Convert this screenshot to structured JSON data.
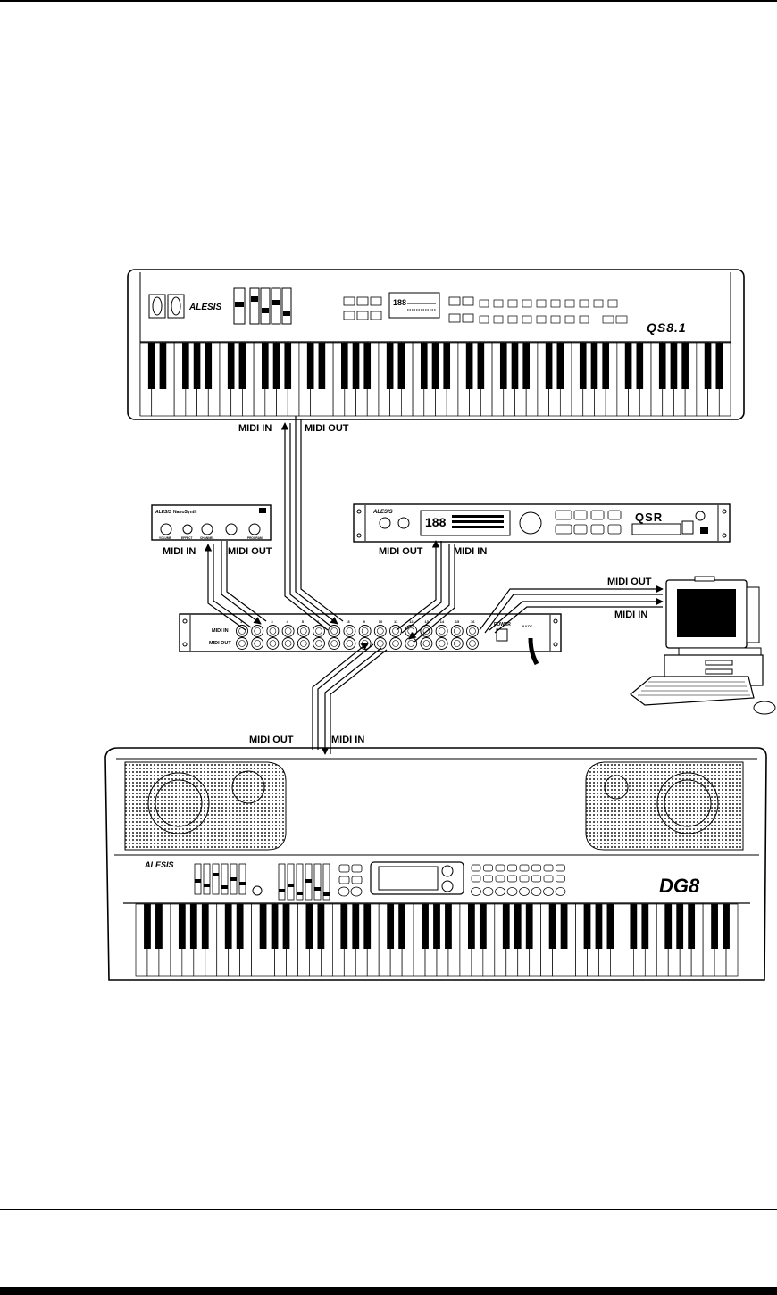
{
  "diagram": {
    "devices": {
      "qs81": {
        "brand": "ALESIS",
        "model": "QS8.1",
        "midi_in": "MIDI IN",
        "midi_out": "MIDI OUT"
      },
      "nanosynth": {
        "brand": "ALESIS",
        "model": "NanoSynth",
        "knobs": [
          "VOLUME",
          "EFFECT",
          "CHANNEL",
          "PROGRAM"
        ],
        "midi_in": "MIDI IN",
        "midi_out": "MIDI OUT"
      },
      "qsr": {
        "brand": "ALESIS",
        "model": "QSR",
        "display": "188",
        "midi_out": "MIDI OUT",
        "midi_in": "MIDI IN"
      },
      "patchbay": {
        "row_in": "MIDI IN",
        "row_out": "MIDI OUT",
        "power": "POWER",
        "ports": [
          "1",
          "2",
          "3",
          "4",
          "5",
          "6",
          "7",
          "8",
          "9",
          "10",
          "11",
          "12",
          "13",
          "14",
          "15",
          "16"
        ]
      },
      "computer": {
        "midi_out": "MIDI OUT",
        "midi_in": "MIDI IN"
      },
      "dg8": {
        "brand": "ALESIS",
        "model": "DG8",
        "midi_out": "MIDI OUT",
        "midi_in": "MIDI IN"
      }
    }
  }
}
